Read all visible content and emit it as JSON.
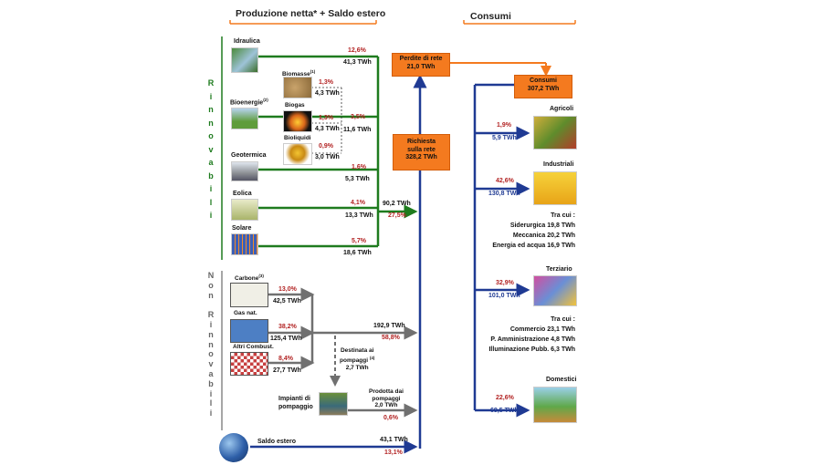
{
  "header": {
    "production_title": "Produzione netta* + Saldo estero",
    "consumption_title": "Consumi"
  },
  "renewables": {
    "vertical_label": [
      "R",
      "i",
      "n",
      "n",
      "o",
      "v",
      "a",
      "b",
      "i",
      "l",
      "i"
    ],
    "idraulica": {
      "label": "Idraulica",
      "pct": "12,6%",
      "value": "41,3 TWh"
    },
    "bioenergie": {
      "label": "Bioenergie",
      "sup": "(2)",
      "pct": "3,5%",
      "value": "11,6 TWh",
      "biomasse": {
        "label": "Biomasse",
        "sup": "(1)",
        "pct": "1,3%",
        "value": "4,3 TWh"
      },
      "biogas": {
        "label": "Biogas",
        "pct": "1,3%",
        "value": "4,3 TWh"
      },
      "bioliquidi": {
        "label": "Bioliquidi",
        "pct": "0,9%",
        "value": "3,0 TWh"
      }
    },
    "geotermica": {
      "label": "Geotermica",
      "pct": "1,6%",
      "value": "5,3 TWh"
    },
    "eolica": {
      "label": "Eolica",
      "pct": "4,1%",
      "value": "13,3 TWh"
    },
    "solare": {
      "label": "Solare",
      "pct": "5,7%",
      "value": "18,6 TWh"
    },
    "total": {
      "value": "90,2 TWh",
      "pct": "27,5%"
    }
  },
  "non_renewables": {
    "vertical_label": [
      "N",
      "o",
      "n",
      "",
      "R",
      "i",
      "n",
      "n",
      "o",
      "v",
      "a",
      "b",
      "i",
      "l",
      "i"
    ],
    "carbone": {
      "label": "Carbone",
      "sup": "(3)",
      "pct": "13,0%",
      "value": "42,5 TWh"
    },
    "gas": {
      "label": "Gas nat.",
      "pct": "38,2%",
      "value": "125,4 TWh"
    },
    "altri": {
      "label": "Altri Combust.",
      "pct": "8,4%",
      "value": "27,7 TWh"
    },
    "total": {
      "value": "192,9 TWh",
      "pct": "58,8%"
    },
    "pompaggi_dest": {
      "line1": "Destinata ai",
      "line2": "pompaggi",
      "sup": "(4)",
      "value": "2,7 TWh"
    },
    "impianti": {
      "line1": "Impianti di",
      "line2": "pompaggio"
    },
    "prodotta": {
      "line1": "Prodotta dai",
      "line2": "pompaggi",
      "value": "2,0 TWh",
      "pct": "0,6%"
    }
  },
  "saldo": {
    "label": "Saldo estero",
    "value": "43,1 TWh",
    "pct": "13,1%"
  },
  "boxes": {
    "perdite": {
      "line1": "Perdite di rete",
      "line2": "21,0 TWh"
    },
    "richiesta": {
      "line1": "Richiesta",
      "line2": "sulla rete",
      "line3": "328,2 TWh"
    },
    "consumi": {
      "line1": "Consumi",
      "line2": "307,2 TWh"
    }
  },
  "consumers": {
    "agricoli": {
      "label": "Agricoli",
      "pct": "1,9%",
      "value": "5,9 TWh"
    },
    "industriali": {
      "label": "Industriali",
      "pct": "42,6%",
      "value": "130,8 TWh",
      "tra_cui": "Tra cui :",
      "items": [
        "Siderurgica 19,8 TWh",
        "Meccanica 20,2 TWh",
        "Energia ed acqua 16,9 TWh"
      ]
    },
    "terziario": {
      "label": "Terziario",
      "pct": "32,9%",
      "value": "101,0 TWh",
      "tra_cui": "Tra cui :",
      "items": [
        "Commercio 23,1 TWh",
        "P. Amministrazione 4,8 TWh",
        "Illuminazione Pubb. 6,3 TWh"
      ]
    },
    "domestici": {
      "label": "Domestici",
      "pct": "22,6%",
      "value": "69,5 TWh"
    }
  },
  "colors": {
    "green": "#1e7b1e",
    "blue": "#1f3a93",
    "grey": "#707070",
    "orange": "#f47a1f",
    "red": "#b22222"
  }
}
